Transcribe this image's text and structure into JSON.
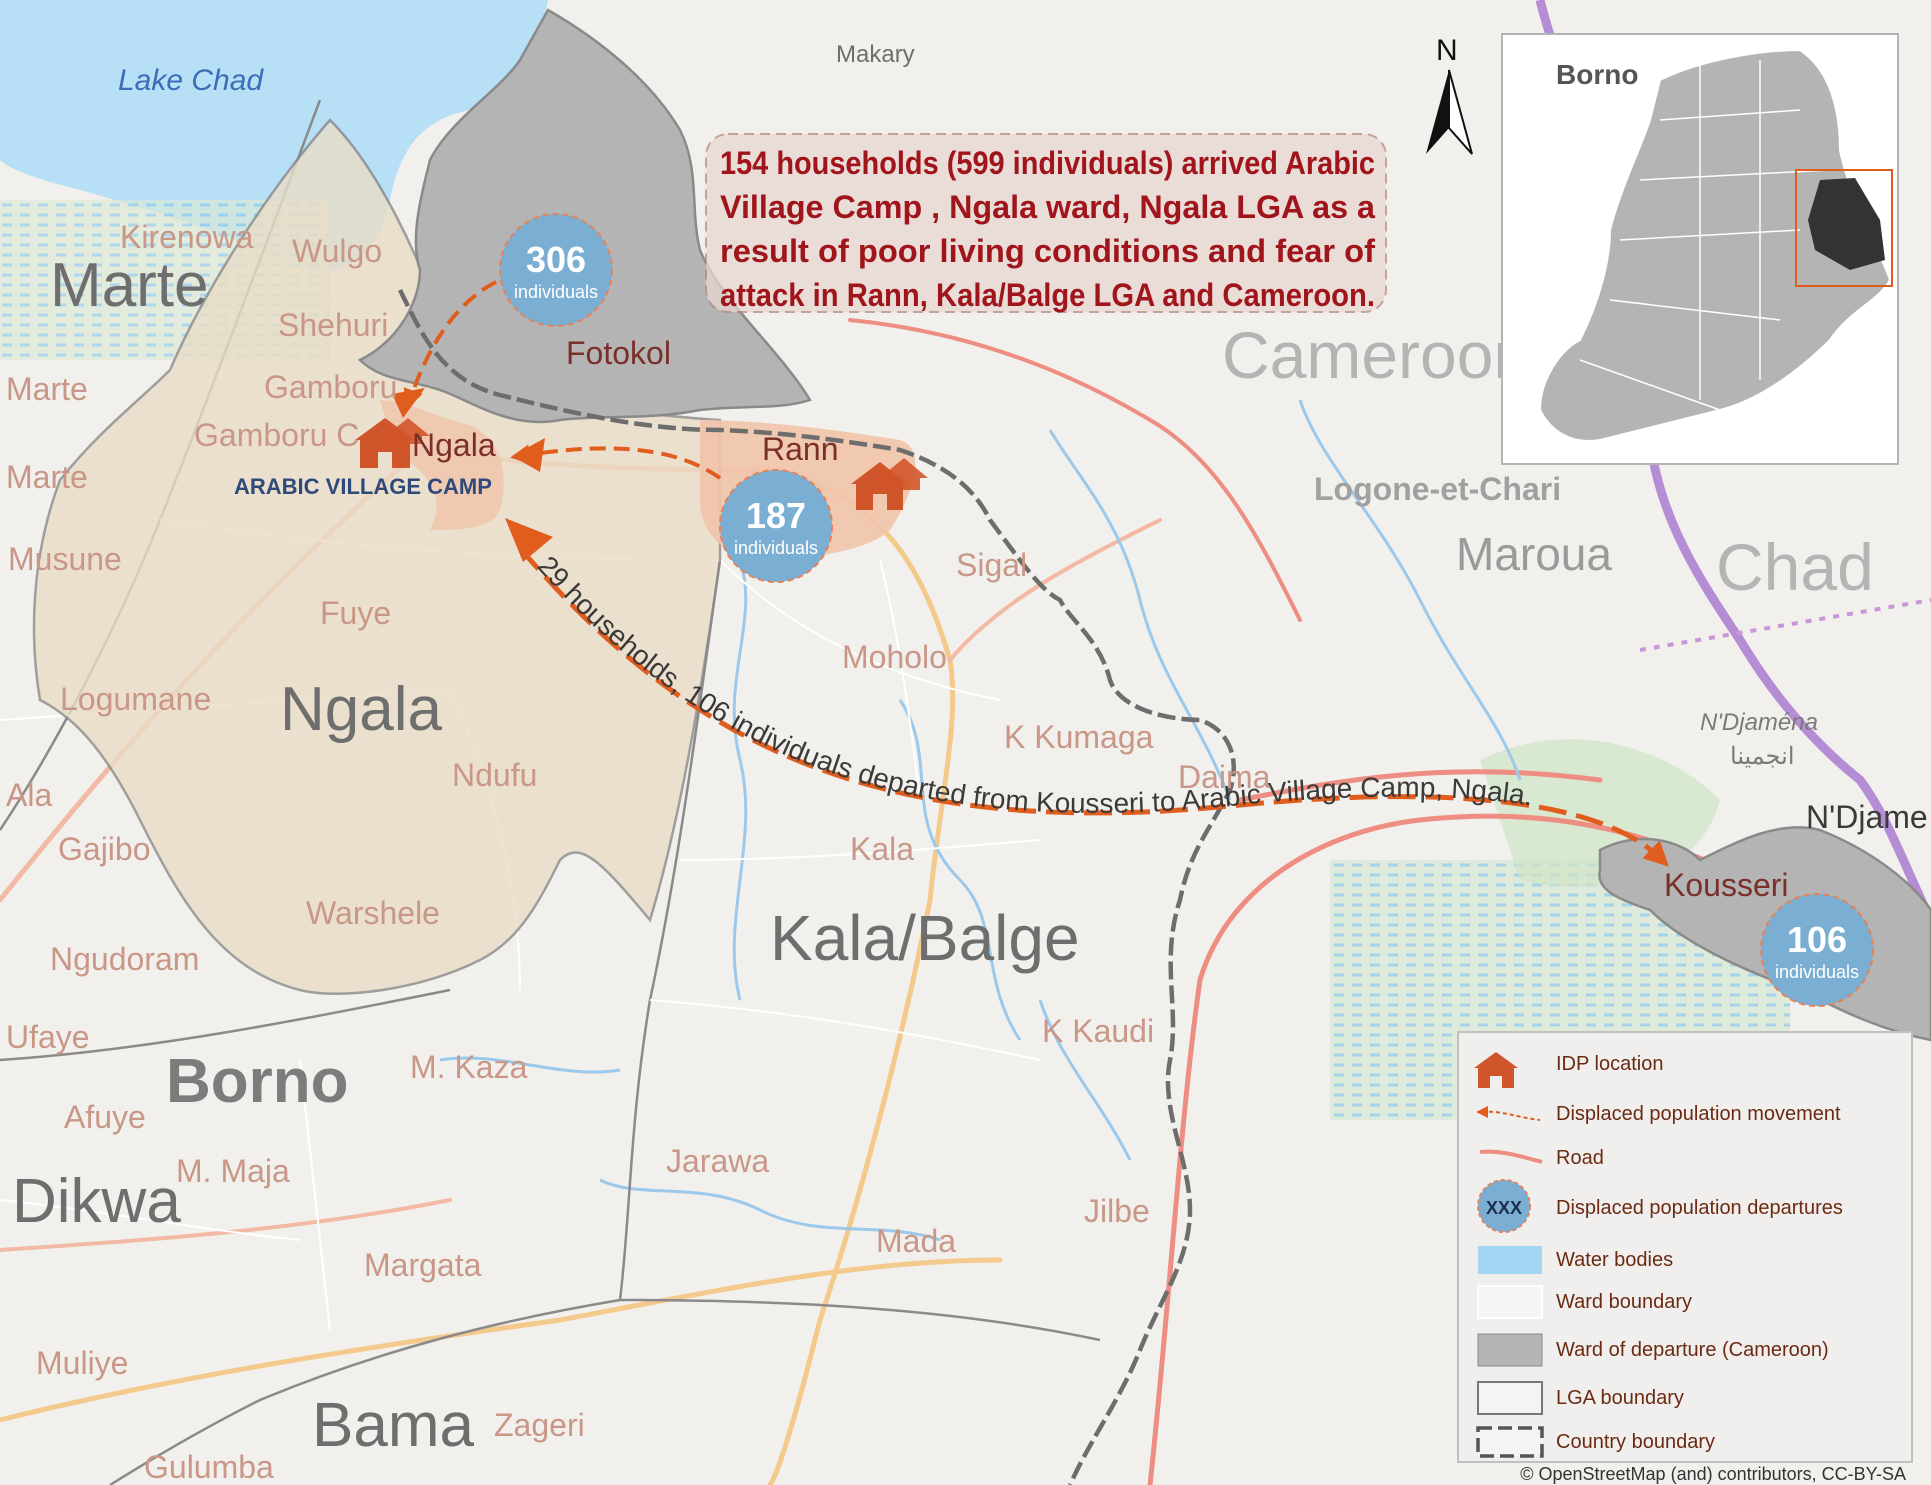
{
  "map": {
    "lake_label": "Lake Chad",
    "callout": [
      "154 households (599 individuals) arrived Arabic",
      "Village Camp , Ngala ward, Ngala LGA as a",
      "result of poor living conditions and fear of",
      "attack in Rann, Kala/Balge LGA and Cameroon."
    ],
    "camp_name": "ARABIC VILLAGE CAMP",
    "flow_label": "29 households, 106 individuals departed from Kousseri to Arabic Village Camp, Ngala.",
    "departures": [
      {
        "value": "306",
        "unit": "individuals",
        "place": "Fotokol"
      },
      {
        "value": "187",
        "unit": "individuals",
        "place": "Rann"
      },
      {
        "value": "106",
        "unit": "individuals",
        "place": "Kousseri"
      }
    ],
    "lga_labels": [
      "Marte",
      "Ngala",
      "Kala/Balge",
      "Dikwa",
      "Bama"
    ],
    "state_label": "Borno",
    "country_labels": [
      "Cameroon",
      "Chad"
    ],
    "region_label": "Logone-et-Chari",
    "city_labels": [
      "Maroua",
      "N'Djaména",
      "انجمينا",
      "N'Djame",
      "Makary"
    ],
    "ward_labels": [
      "Kirenowa",
      "Wulgo",
      "Shehuri",
      "Marte",
      "Gamboru",
      "Gamboru C",
      "Ngala",
      "Marte",
      "Musune",
      "Fuye",
      "Logumane",
      "Ndufu",
      "Ala",
      "Gajibo",
      "Warshele",
      "Ngudoram",
      "Ufaye",
      "Afuye",
      "M. Kaza",
      "M. Maja",
      "Jarawa",
      "Mada",
      "Margata",
      "Muliye",
      "Zageri",
      "Gulumba",
      "Moholo",
      "K Kumaga",
      "Daima",
      "Kala",
      "K Kaudi",
      "Jilbe",
      "Sigal"
    ],
    "north_label": "N",
    "inset_title": "Borno",
    "attribution": "© OpenStreetMap (and) contributors, CC-BY-SA"
  },
  "legend": {
    "items": [
      {
        "label": "IDP location",
        "icon": "idp-house-icon"
      },
      {
        "label": "Displaced population movement",
        "icon": "movement-arrow-icon"
      },
      {
        "label": "Road",
        "icon": "road-line-icon"
      },
      {
        "label": "Displaced population departures",
        "icon": "departure-circle-icon",
        "symbol_text": "XXX"
      },
      {
        "label": "Water bodies",
        "icon": "water-swatch"
      },
      {
        "label": "Ward boundary",
        "icon": "ward-swatch"
      },
      {
        "label": "Ward of departure (Cameroon)",
        "icon": "departure-swatch"
      },
      {
        "label": "LGA boundary",
        "icon": "lga-swatch"
      },
      {
        "label": "Country boundary",
        "icon": "country-swatch"
      }
    ]
  },
  "colors": {
    "water": "#a3d8f4",
    "lake": "#b7dff6",
    "ngala_fill": "#eaddc6",
    "camp_fill": "#f1c4ab",
    "departure_ward": "#b4b4b4",
    "arrow": "#e05d1e",
    "callout_text": "#a0151c",
    "circle": "#7aaed2",
    "border_river": "#a97bd0"
  }
}
